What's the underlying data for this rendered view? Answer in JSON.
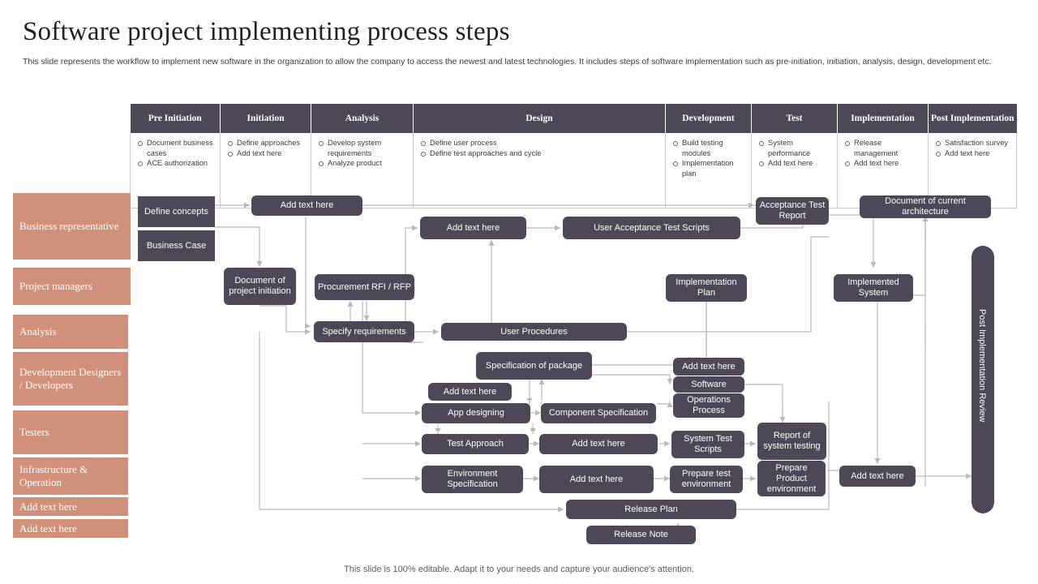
{
  "slide": {
    "title": "Software project implementing process steps",
    "subtitle": "This slide represents the workflow to implement new software in the organization to allow the company to access the newest and latest technologies. It includes steps of software implementation such as pre-initiation, initiation, analysis, design, development etc.",
    "footer": "This slide is 100% editable. Adapt it to your needs and capture your audience's attention."
  },
  "colors": {
    "node_fill": "#4d4758",
    "role_fill": "#d1907a",
    "header_fill": "#4d4758",
    "connector": "#b9b9bd",
    "text_light": "#ffffff"
  },
  "phase_table": {
    "columns": [
      {
        "header": "Pre Initiation",
        "items": [
          "Document business cases",
          "ACE authorization"
        ]
      },
      {
        "header": "Initiation",
        "items": [
          "Define approaches",
          "Add text here"
        ]
      },
      {
        "header": "Analysis",
        "items": [
          "Develop system requirements",
          "Analyze product"
        ]
      },
      {
        "header": "Design",
        "items": [
          "Define user process",
          "Define test approaches and cycle"
        ]
      },
      {
        "header": "Development",
        "items": [
          "Build testing modules",
          "Implementation plan"
        ]
      },
      {
        "header": "Test",
        "items": [
          "System performance",
          "Add text here"
        ]
      },
      {
        "header": "Implementation",
        "items": [
          "Release management",
          "Add text here"
        ]
      },
      {
        "header": "Post Implementation",
        "items": [
          "Satisfaction survey",
          "Add text here"
        ]
      }
    ]
  },
  "roles": [
    {
      "label": "Business representative"
    },
    {
      "label": "Project managers"
    },
    {
      "label": "Analysis"
    },
    {
      "label": "Development Designers / Developers"
    },
    {
      "label": "Testers"
    },
    {
      "label": "Infrastructure & Operation"
    },
    {
      "label": "Add text here"
    },
    {
      "label": "Add text here"
    }
  ],
  "nodes": [
    {
      "id": "define-concepts",
      "label": "Define concepts"
    },
    {
      "id": "business-case",
      "label": "Business Case"
    },
    {
      "id": "add-text-initiation",
      "label": "Add text here"
    },
    {
      "id": "document-of-project-initiation",
      "label": "Document of project initiation"
    },
    {
      "id": "procurement-rfi-rfp",
      "label": "Procurement RFI / RFP"
    },
    {
      "id": "specify-requirements",
      "label": "Specify requirements"
    },
    {
      "id": "add-text-design-top",
      "label": "Add text here"
    },
    {
      "id": "user-acceptance-test-scripts",
      "label": "User Acceptance Test Scripts"
    },
    {
      "id": "acceptance-test-report",
      "label": "Acceptance Test Report"
    },
    {
      "id": "document-of-current-architecture",
      "label": "Document of current architecture"
    },
    {
      "id": "implementation-plan",
      "label": "Implementation Plan"
    },
    {
      "id": "implemented-system",
      "label": "Implemented System"
    },
    {
      "id": "user-procedures",
      "label": "User Procedures"
    },
    {
      "id": "specification-of-package",
      "label": "Specification of package"
    },
    {
      "id": "add-text-app",
      "label": "Add text here"
    },
    {
      "id": "app-designing",
      "label": "App designing"
    },
    {
      "id": "component-specification",
      "label": "Component Specification"
    },
    {
      "id": "add-text-software-top",
      "label": "Add text here"
    },
    {
      "id": "software",
      "label": "Software"
    },
    {
      "id": "operations-process",
      "label": "Operations Process"
    },
    {
      "id": "test-approach",
      "label": "Test Approach"
    },
    {
      "id": "add-text-test",
      "label": "Add text here"
    },
    {
      "id": "system-test-scripts",
      "label": "System Test Scripts"
    },
    {
      "id": "report-of-system-testing",
      "label": "Report of system testing"
    },
    {
      "id": "environment-specification",
      "label": "Environment Specification"
    },
    {
      "id": "add-text-environment",
      "label": "Add text here"
    },
    {
      "id": "prepare-test-environment",
      "label": "Prepare test environment"
    },
    {
      "id": "prepare-product-environment",
      "label": "Prepare Product environment"
    },
    {
      "id": "add-text-implementation",
      "label": "Add text here"
    },
    {
      "id": "release-plan",
      "label": "Release Plan"
    },
    {
      "id": "release-note",
      "label": "Release Note"
    },
    {
      "id": "post-implementation-review",
      "label": "Post Implementation Review"
    }
  ]
}
